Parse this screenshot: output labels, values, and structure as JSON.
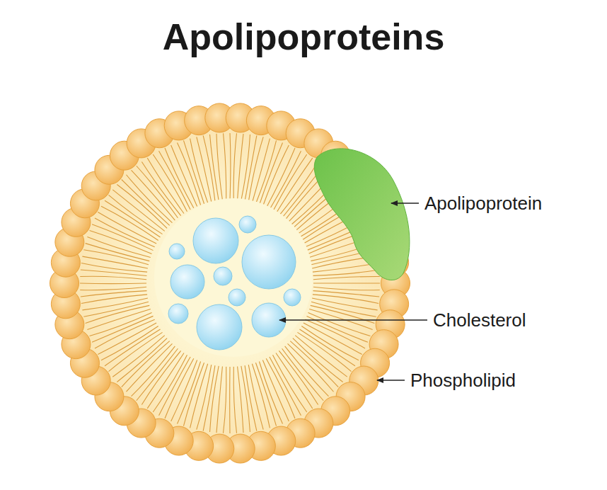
{
  "diagram": {
    "title": "Apolipoproteins",
    "labels": [
      "Apolipoprotein",
      "Cholesterol",
      "Phospholipid"
    ]
  }
}
